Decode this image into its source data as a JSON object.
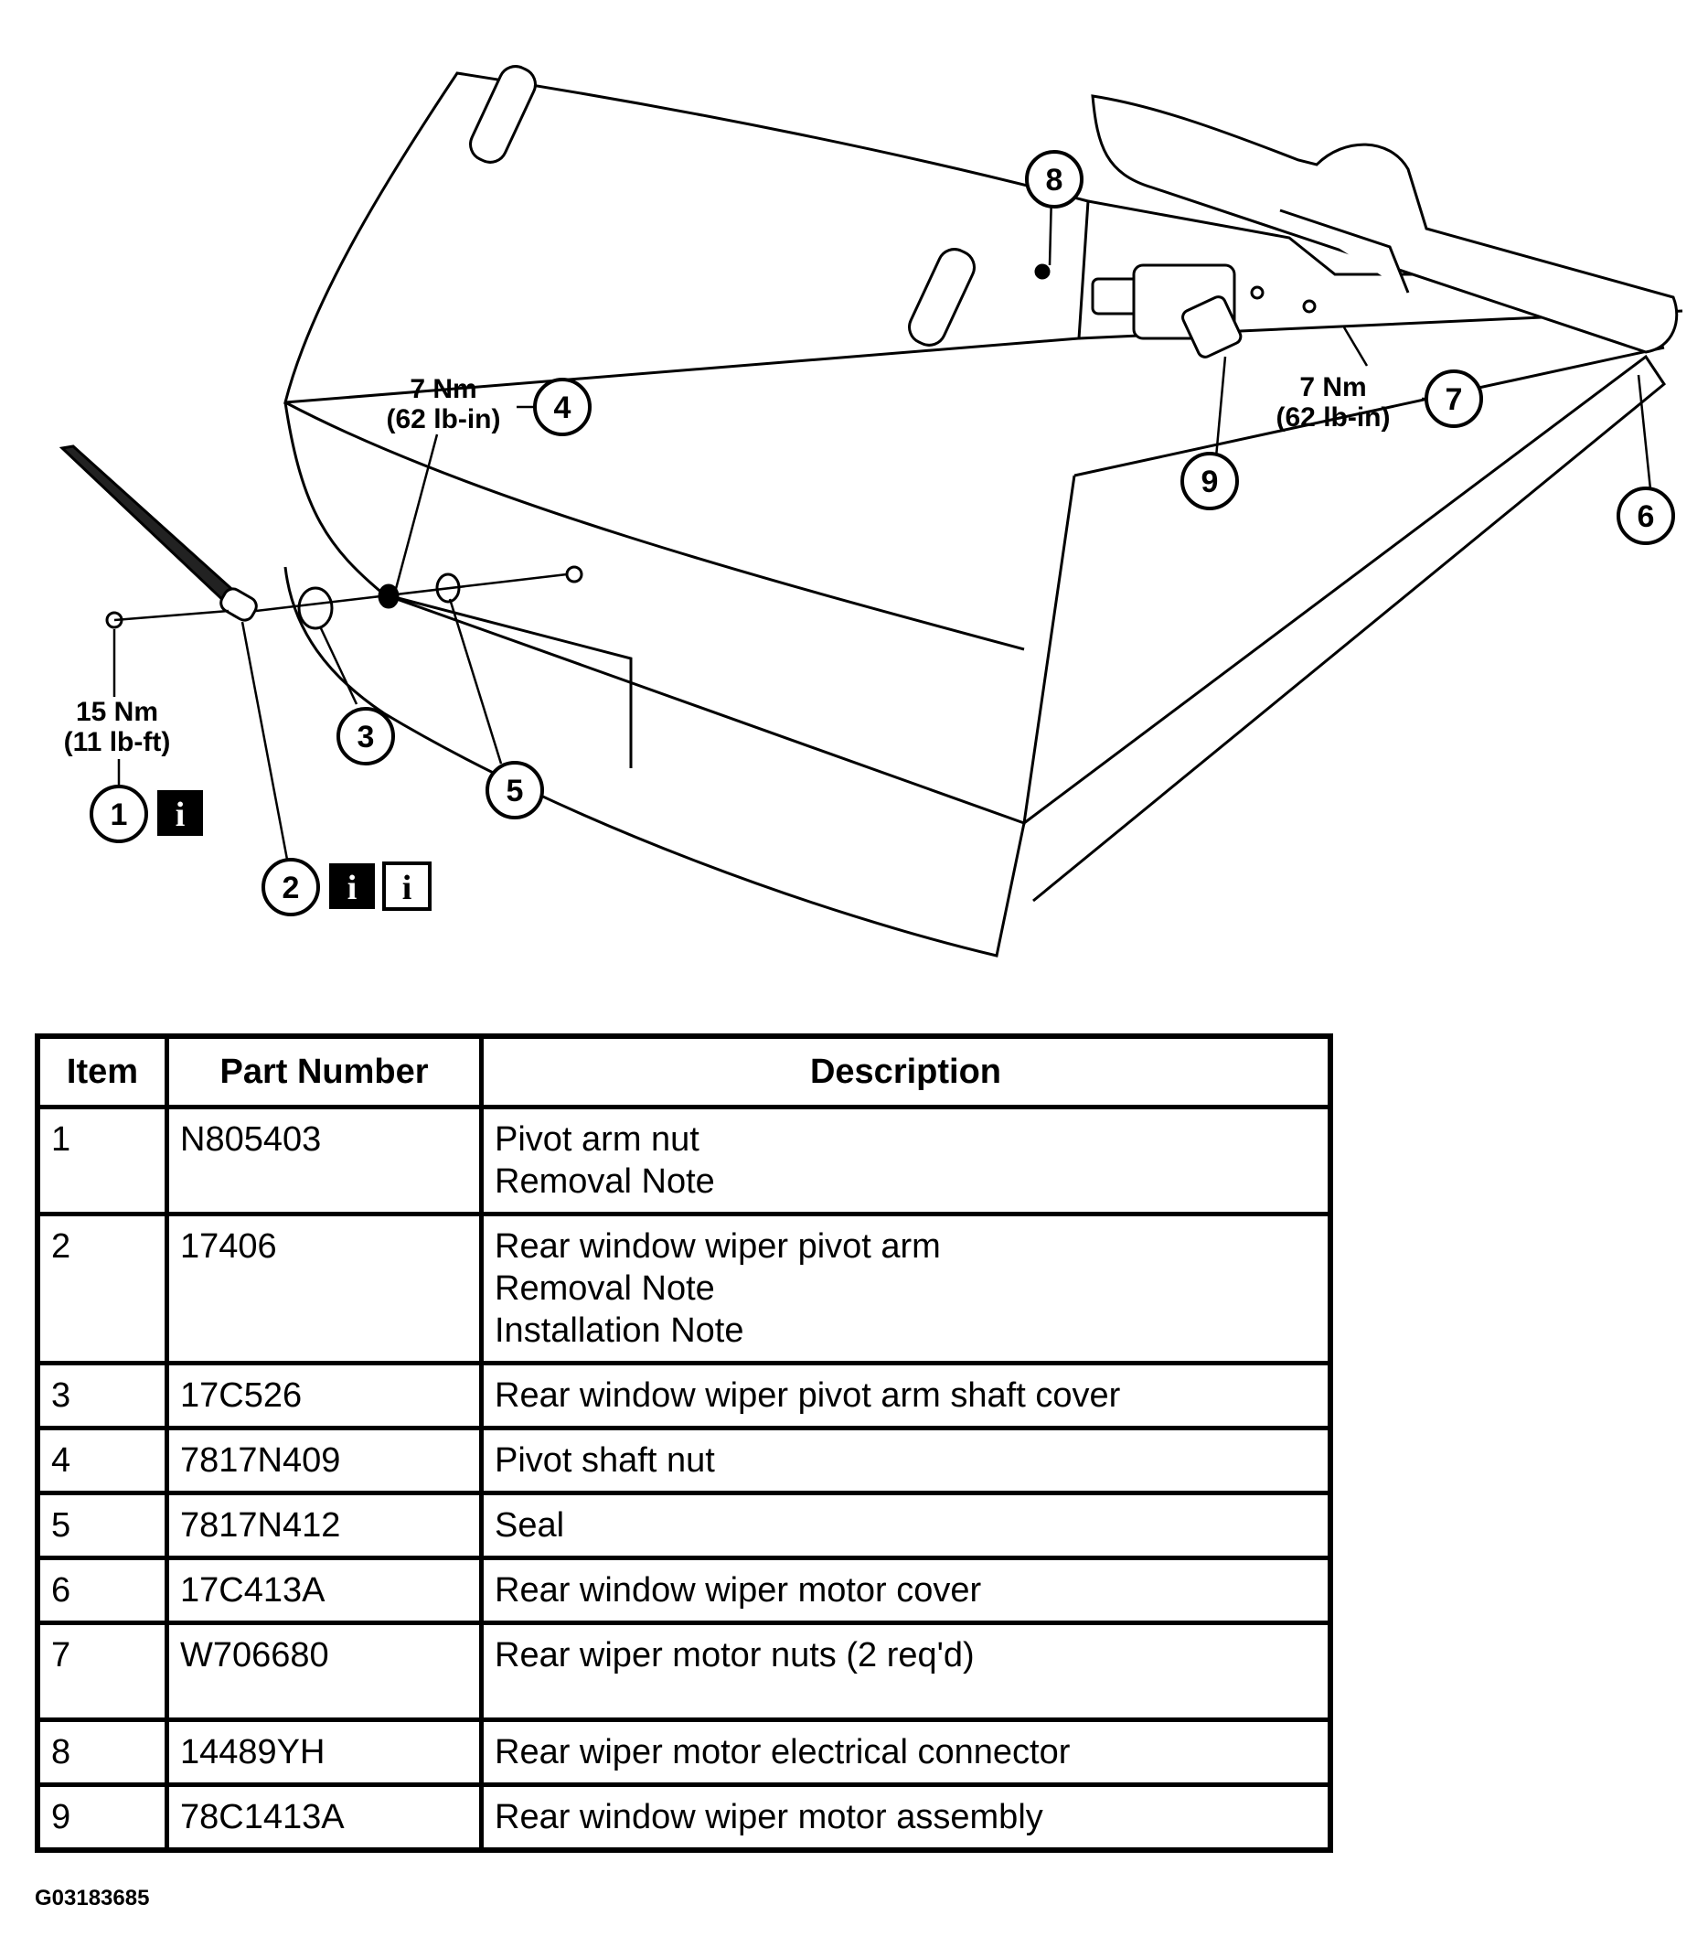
{
  "callouts": {
    "c1": "1",
    "c2": "2",
    "c3": "3",
    "c4": "4",
    "c5": "5",
    "c6": "6",
    "c7": "7",
    "c8": "8",
    "c9": "9"
  },
  "torque": {
    "item4": [
      "7 Nm",
      "(62 lb-in)"
    ],
    "item7": [
      "7 Nm",
      "(62 lb-in)"
    ],
    "item1": [
      "15 Nm",
      "(11 lb-ft)"
    ]
  },
  "note_icon_glyph": "i",
  "table": {
    "headers": [
      "Item",
      "Part Number",
      "Description"
    ],
    "rows": [
      {
        "item": "1",
        "part": "N805403",
        "desc": [
          "Pivot arm nut",
          "Removal Note"
        ]
      },
      {
        "item": "2",
        "part": "17406",
        "desc": [
          "Rear window wiper pivot arm",
          "Removal Note",
          "Installation Note"
        ]
      },
      {
        "item": "3",
        "part": "17C526",
        "desc": [
          "Rear window wiper pivot arm shaft cover"
        ]
      },
      {
        "item": "4",
        "part": "7817N409",
        "desc": [
          "Pivot shaft nut"
        ]
      },
      {
        "item": "5",
        "part": "7817N412",
        "desc": [
          "Seal"
        ]
      },
      {
        "item": "6",
        "part": "17C413A",
        "desc": [
          "Rear window wiper motor cover"
        ]
      },
      {
        "item": "7",
        "part": "W706680",
        "desc": [
          "Rear wiper motor nuts (2 req'd)"
        ]
      },
      {
        "item": "8",
        "part": "14489YH",
        "desc": [
          "Rear wiper motor electrical connector"
        ]
      },
      {
        "item": "9",
        "part": "78C1413A",
        "desc": [
          "Rear window wiper motor assembly"
        ]
      }
    ]
  },
  "figure_id": "G03183685"
}
